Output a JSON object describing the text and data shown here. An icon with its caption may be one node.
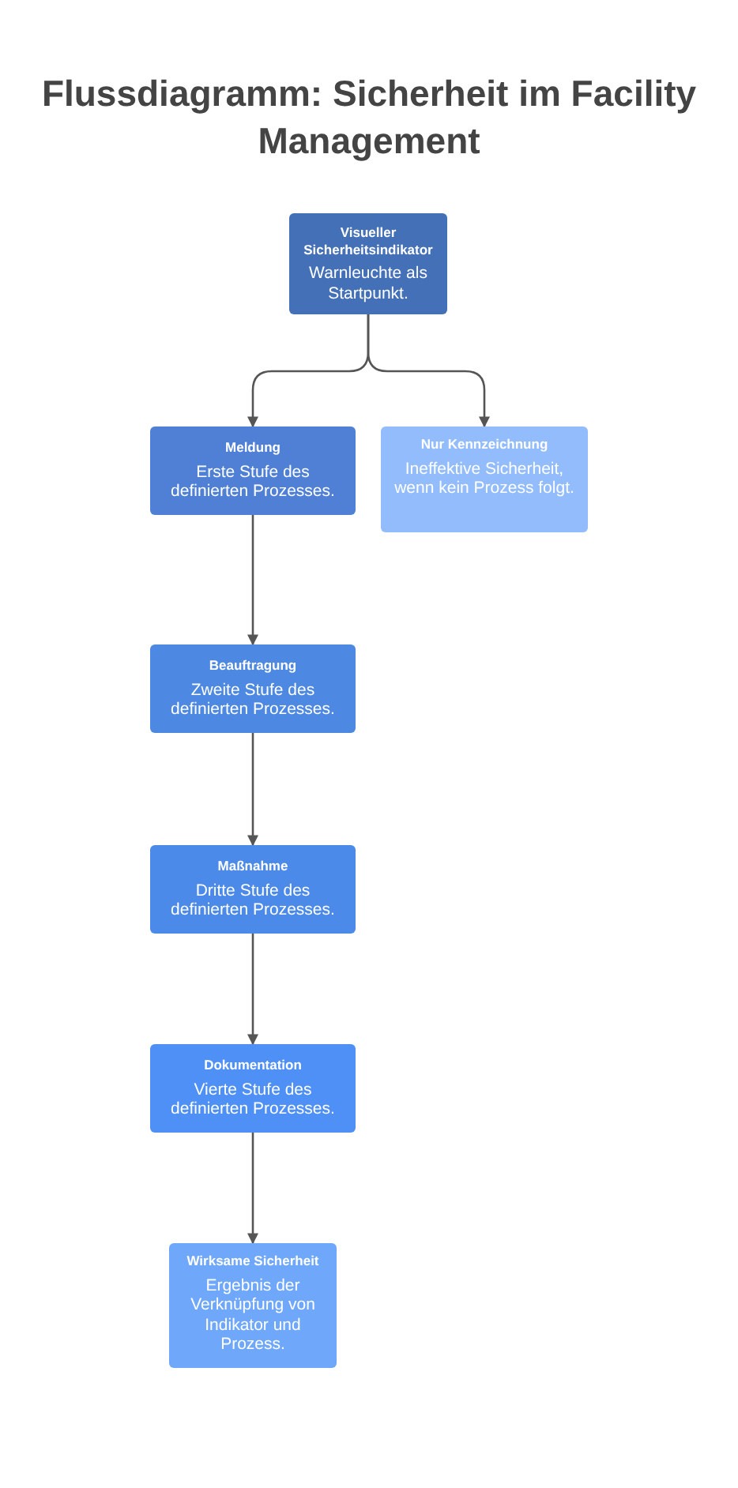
{
  "diagram": {
    "title": "Flussdiagramm: Sicherheit im Facility Management",
    "nodes": [
      {
        "text": [
          "Visueller Sicherheitsindikator",
          "Warnleuchte als Startpunkt."
        ]
      },
      {
        "text": [
          "Meldung",
          "Erste Stufe des definierten Prozesses."
        ]
      },
      {
        "text": [
          "Nur Kennzeichnung",
          "Ineffektive Sicherheit, wenn kein Prozess folgt."
        ]
      },
      {
        "text": [
          "Beauftragung",
          "Zweite Stufe des definierten Prozesses."
        ]
      },
      {
        "text": [
          "Maßnahme",
          "Dritte Stufe des definierten Prozesses."
        ]
      },
      {
        "text": [
          "Dokumentation",
          "Vierte Stufe des definierten Prozesses."
        ]
      },
      {
        "text": [
          "Wirksame Sicherheit",
          "Ergebnis der Verknüpfung von Indikator und Prozess."
        ]
      }
    ],
    "edges": [
      {
        "from": 0,
        "to": 1,
        "arrow": "to"
      },
      {
        "from": 0,
        "to": 2,
        "arrow": "to"
      },
      {
        "from": 1,
        "to": 3,
        "arrow": "to"
      },
      {
        "from": 3,
        "to": 4,
        "arrow": "to"
      },
      {
        "from": 4,
        "to": 5,
        "arrow": "to"
      },
      {
        "from": 5,
        "to": 6,
        "arrow": "to"
      }
    ]
  }
}
